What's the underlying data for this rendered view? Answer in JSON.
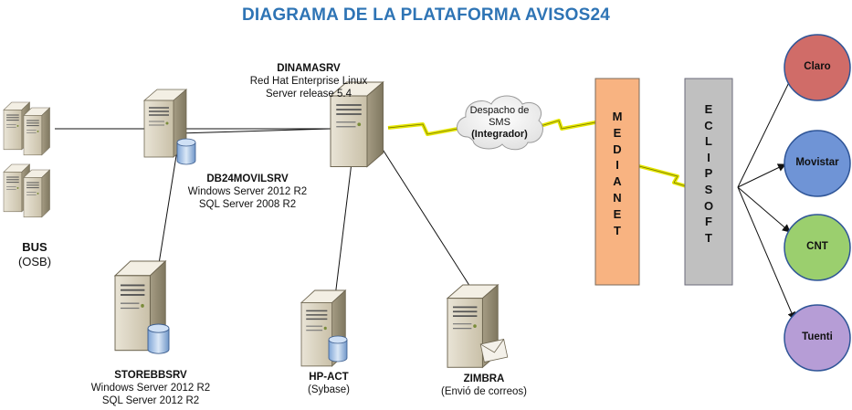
{
  "title": "DIAGRAMA DE LA PLATAFORMA AVISOS24",
  "bus": {
    "name": "BUS",
    "sub": "(OSB)"
  },
  "dinamasrv": {
    "name": "DINAMASRV",
    "line1": "Red Hat Enterprise Linux",
    "line2": "Server release 5.4"
  },
  "db24": {
    "name": "DB24MOVILSRV",
    "line1": "Windows Server 2012 R2",
    "line2": "SQL Server 2008 R2"
  },
  "storebb": {
    "name": "STOREBBSRV",
    "line1": "Windows Server 2012 R2",
    "line2": "SQL Server 2012 R2"
  },
  "hpact": {
    "name": "HP-ACT",
    "sub": "(Sybase)"
  },
  "zimbra": {
    "name": "ZIMBRA",
    "sub": "(Envió de correos)"
  },
  "cloud": {
    "line1": "Despacho de",
    "line2": "SMS",
    "line3": "(Integrador)"
  },
  "medianet": {
    "letters": [
      "M",
      "E",
      "D",
      "I",
      "A",
      "N",
      "E",
      "T"
    ],
    "color": "#f8b381"
  },
  "eclipsoft": {
    "letters": [
      "E",
      "C",
      "L",
      "I",
      "P",
      "S",
      "O",
      "F",
      "T"
    ],
    "color": "#c0c0c0"
  },
  "carriers": [
    {
      "label": "Claro",
      "color": "#d06c68"
    },
    {
      "label": "Movistar",
      "color": "#6f94d6"
    },
    {
      "label": "CNT",
      "color": "#9bcf6e"
    },
    {
      "label": "Tuenti",
      "color": "#b69dd6"
    }
  ]
}
